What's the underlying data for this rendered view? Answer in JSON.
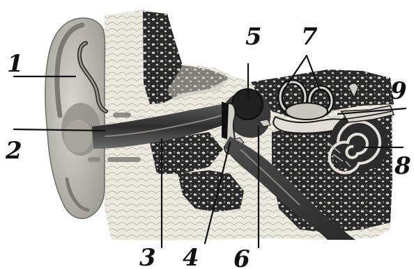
{
  "diagram": {
    "labels": [
      {
        "id": "label-1",
        "text": "1"
      },
      {
        "id": "label-2",
        "text": "2"
      },
      {
        "id": "label-3",
        "text": "3"
      },
      {
        "id": "label-4",
        "text": "4"
      },
      {
        "id": "label-5",
        "text": "5"
      },
      {
        "id": "label-6",
        "text": "6"
      },
      {
        "id": "label-7",
        "text": "7"
      },
      {
        "id": "label-8",
        "text": "8"
      },
      {
        "id": "label-9",
        "text": "9"
      }
    ],
    "colors": {
      "background": "#ffffff",
      "tissue": "#e9e6dc",
      "cartilage": "#b9b6ad",
      "bone": "#2b2b2b",
      "canal": "#4a4a4a",
      "outline": "#111111"
    }
  }
}
